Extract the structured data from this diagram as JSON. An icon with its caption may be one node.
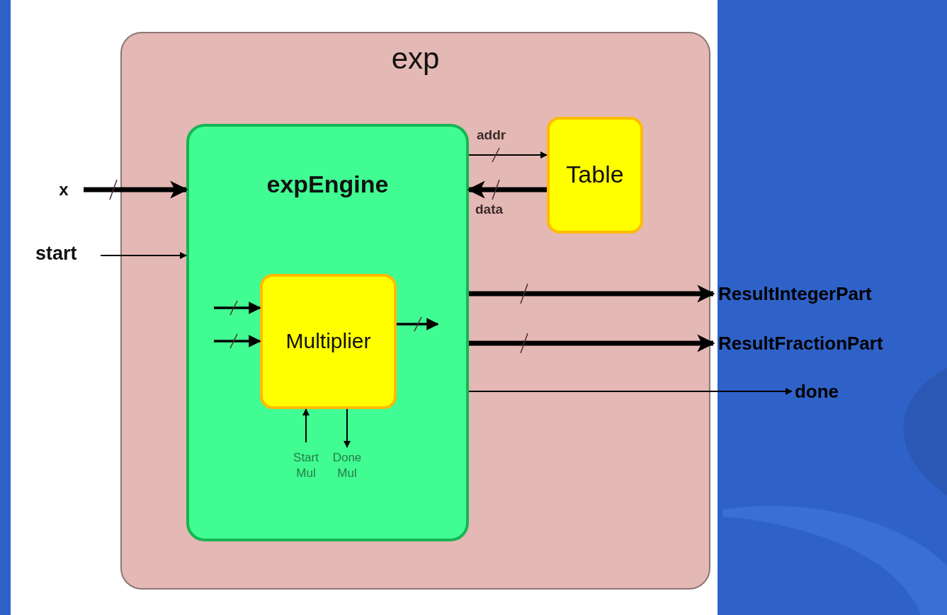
{
  "diagram": {
    "nodes": [
      {
        "text": [
          "exp"
        ]
      },
      {
        "text": [
          "expEngine"
        ],
        "in": 0
      },
      {
        "text": [
          "Table"
        ],
        "in": 0
      },
      {
        "text": [
          "Multiplier"
        ],
        "in": 1
      },
      {
        "text": [
          "x"
        ]
      },
      {
        "text": [
          "start"
        ]
      },
      {
        "text": [
          "ResultIntegerPart"
        ]
      },
      {
        "text": [
          "ResultFractionPart"
        ]
      },
      {
        "text": [
          "done"
        ]
      },
      {
        "text": [
          "Start Mul"
        ],
        "in": 1
      },
      {
        "text": [
          "Done Mul"
        ],
        "in": 1
      }
    ],
    "edges": [
      {
        "from": 4,
        "to": 1,
        "arrow": "to",
        "style": "thick"
      },
      {
        "from": 5,
        "to": 1,
        "arrow": "to"
      },
      {
        "from": 1,
        "to": 2,
        "arrow": "to",
        "label": "addr"
      },
      {
        "from": 2,
        "to": 1,
        "arrow": "to",
        "label": "data",
        "style": "thick"
      },
      {
        "from": 1,
        "to": 6,
        "arrow": "to",
        "style": "thick"
      },
      {
        "from": 1,
        "to": 7,
        "arrow": "to",
        "style": "thick"
      },
      {
        "from": 1,
        "to": 8,
        "arrow": "to"
      },
      {
        "from": null,
        "to": 3,
        "arrow": "to"
      },
      {
        "from": null,
        "to": 3,
        "arrow": "to"
      },
      {
        "from": 3,
        "to": null,
        "arrow": "to"
      },
      {
        "from": 9,
        "to": 3,
        "arrow": "to"
      },
      {
        "from": 3,
        "to": 10,
        "arrow": "to"
      }
    ]
  }
}
